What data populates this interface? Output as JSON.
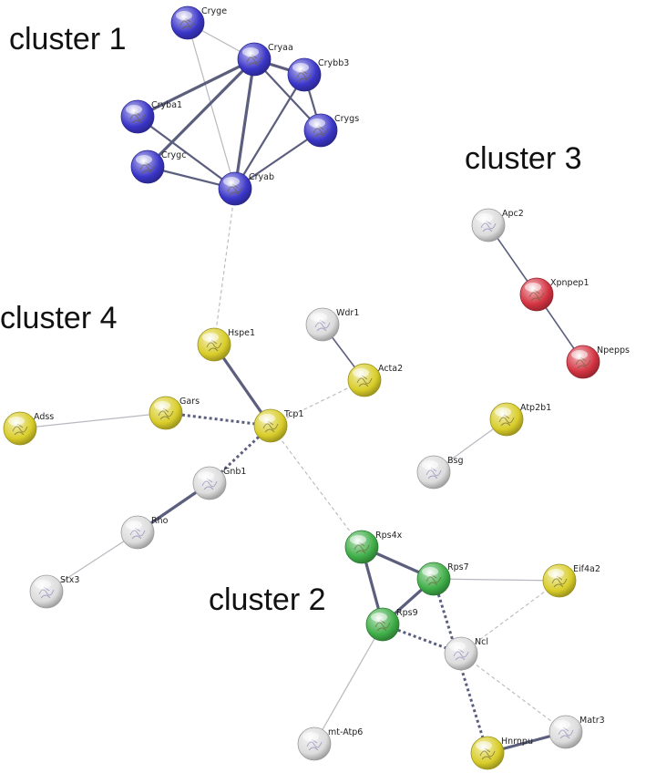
{
  "clusters": [
    {
      "id": "c1",
      "label": "cluster 1"
    },
    {
      "id": "c2",
      "label": "cluster 2"
    },
    {
      "id": "c3",
      "label": "cluster 3"
    },
    {
      "id": "c4",
      "label": "cluster 4"
    }
  ],
  "colors": {
    "blue": "#3b36c8",
    "green": "#3fae48",
    "red": "#d43341",
    "yellow": "#d9cd2a",
    "grey": "#dcdcdc",
    "edge": "#5b5f7d",
    "edge_light": "#b8b8c0"
  },
  "nodes": [
    {
      "id": "Cryge",
      "label": "Cryge",
      "color": "blue"
    },
    {
      "id": "Cryaa",
      "label": "Cryaa",
      "color": "blue"
    },
    {
      "id": "Crybb3",
      "label": "Crybb3",
      "color": "blue"
    },
    {
      "id": "Cryba1",
      "label": "Cryba1",
      "color": "blue"
    },
    {
      "id": "Crygs",
      "label": "Crygs",
      "color": "blue"
    },
    {
      "id": "Crygc",
      "label": "Crygc",
      "color": "blue"
    },
    {
      "id": "Cryab",
      "label": "Cryab",
      "color": "blue"
    },
    {
      "id": "Apc2",
      "label": "Apc2",
      "color": "grey"
    },
    {
      "id": "Xpnpep1",
      "label": "Xpnpep1",
      "color": "red"
    },
    {
      "id": "Npepps",
      "label": "Npepps",
      "color": "red"
    },
    {
      "id": "Hspe1",
      "label": "Hspe1",
      "color": "yellow"
    },
    {
      "id": "Wdr1",
      "label": "Wdr1",
      "color": "grey"
    },
    {
      "id": "Acta2",
      "label": "Acta2",
      "color": "yellow"
    },
    {
      "id": "Gars",
      "label": "Gars",
      "color": "yellow"
    },
    {
      "id": "Adss",
      "label": "Adss",
      "color": "yellow"
    },
    {
      "id": "Tcp1",
      "label": "Tcp1",
      "color": "yellow"
    },
    {
      "id": "Atp2b1",
      "label": "Atp2b1",
      "color": "yellow"
    },
    {
      "id": "Bsg",
      "label": "Bsg",
      "color": "grey"
    },
    {
      "id": "Gnb1",
      "label": "Gnb1",
      "color": "grey"
    },
    {
      "id": "Rho",
      "label": "Rho",
      "color": "grey"
    },
    {
      "id": "Stx3",
      "label": "Stx3",
      "color": "grey"
    },
    {
      "id": "Rps4x",
      "label": "Rps4x",
      "color": "green"
    },
    {
      "id": "Rps7",
      "label": "Rps7",
      "color": "green"
    },
    {
      "id": "Eif4a2",
      "label": "Eif4a2",
      "color": "yellow"
    },
    {
      "id": "Rps9",
      "label": "Rps9",
      "color": "green"
    },
    {
      "id": "Ncl",
      "label": "Ncl",
      "color": "grey"
    },
    {
      "id": "mt-Atp6",
      "label": "mt-Atp6",
      "color": "grey"
    },
    {
      "id": "Matr3",
      "label": "Matr3",
      "color": "grey"
    },
    {
      "id": "Hnrnpu",
      "label": "Hnrnpu",
      "color": "yellow"
    }
  ],
  "edges": [
    {
      "source": "Cryge",
      "target": "Cryaa",
      "style": "thin"
    },
    {
      "source": "Cryge",
      "target": "Cryab",
      "style": "thin"
    },
    {
      "source": "Cryaa",
      "target": "Crybb3",
      "style": "thick"
    },
    {
      "source": "Cryaa",
      "target": "Cryba1",
      "style": "thick"
    },
    {
      "source": "Cryaa",
      "target": "Crygc",
      "style": "thick"
    },
    {
      "source": "Cryaa",
      "target": "Cryab",
      "style": "thick"
    },
    {
      "source": "Cryaa",
      "target": "Crygs",
      "style": "medium"
    },
    {
      "source": "Crybb3",
      "target": "Crygs",
      "style": "medium"
    },
    {
      "source": "Crybb3",
      "target": "Cryab",
      "style": "medium"
    },
    {
      "source": "Cryba1",
      "target": "Cryab",
      "style": "medium"
    },
    {
      "source": "Crygc",
      "target": "Cryab",
      "style": "medium"
    },
    {
      "source": "Crygs",
      "target": "Cryab",
      "style": "medium"
    },
    {
      "source": "Cryab",
      "target": "Hspe1",
      "style": "dashed-light"
    },
    {
      "source": "Apc2",
      "target": "Xpnpep1",
      "style": "thin-dark"
    },
    {
      "source": "Xpnpep1",
      "target": "Npepps",
      "style": "thin-dark"
    },
    {
      "source": "Hspe1",
      "target": "Tcp1",
      "style": "thick"
    },
    {
      "source": "Wdr1",
      "target": "Acta2",
      "style": "thin-dark"
    },
    {
      "source": "Acta2",
      "target": "Tcp1",
      "style": "dashed-light"
    },
    {
      "source": "Adss",
      "target": "Gars",
      "style": "thin"
    },
    {
      "source": "Gars",
      "target": "Tcp1",
      "style": "dashed-dark"
    },
    {
      "source": "Tcp1",
      "target": "Gnb1",
      "style": "dashed-dark"
    },
    {
      "source": "Tcp1",
      "target": "Rps4x",
      "style": "dashed-light"
    },
    {
      "source": "Atp2b1",
      "target": "Bsg",
      "style": "thin"
    },
    {
      "source": "Gnb1",
      "target": "Rho",
      "style": "thick"
    },
    {
      "source": "Rho",
      "target": "Stx3",
      "style": "thin"
    },
    {
      "source": "Rps4x",
      "target": "Rps7",
      "style": "thick"
    },
    {
      "source": "Rps4x",
      "target": "Rps9",
      "style": "thick"
    },
    {
      "source": "Rps7",
      "target": "Rps9",
      "style": "thick"
    },
    {
      "source": "Rps7",
      "target": "Eif4a2",
      "style": "thin"
    },
    {
      "source": "Rps7",
      "target": "Hnrnpu",
      "style": "dashed-dark"
    },
    {
      "source": "Rps9",
      "target": "Ncl",
      "style": "dashed-dark"
    },
    {
      "source": "Rps9",
      "target": "mt-Atp6",
      "style": "thin"
    },
    {
      "source": "Eif4a2",
      "target": "Ncl",
      "style": "dashed-light"
    },
    {
      "source": "Ncl",
      "target": "Matr3",
      "style": "dashed-light"
    },
    {
      "source": "Hnrnpu",
      "target": "Matr3",
      "style": "thick"
    }
  ]
}
